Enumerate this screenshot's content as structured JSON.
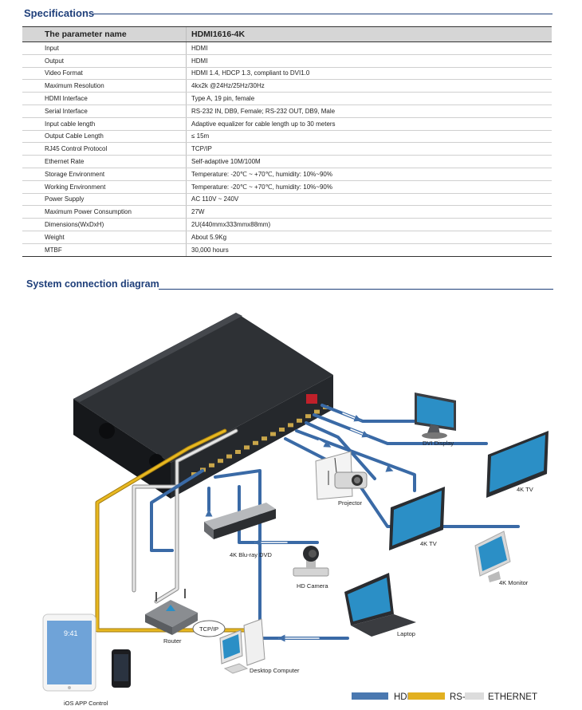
{
  "specifications": {
    "title": "Specifications",
    "header": {
      "param": "The parameter name",
      "value": "HDMI1616-4K"
    },
    "rows": [
      {
        "param": "Input",
        "value": "HDMI"
      },
      {
        "param": "Output",
        "value": "HDMI"
      },
      {
        "param": "Video Format",
        "value": "HDMI 1.4, HDCP 1.3, compliant to DVI1.0"
      },
      {
        "param": "Maximum Resolution",
        "value": "4kx2k @24Hz/25Hz/30Hz"
      },
      {
        "param": "HDMI Interface",
        "value": "Type A, 19 pin, female"
      },
      {
        "param": "Serial Interface",
        "value": "RS-232 IN, DB9, Female; RS-232 OUT, DB9, Male"
      },
      {
        "param": "Input cable length",
        "value": "Adaptive equalizer for cable length up to 30 meters"
      },
      {
        "param": "Output Cable Length",
        "value": "≤ 15m"
      },
      {
        "param": "RJ45 Control Protocol",
        "value": "TCP/IP"
      },
      {
        "param": "Ethernet Rate",
        "value": "Self-adaptive 10M/100M"
      },
      {
        "param": "Storage Environment",
        "value": "Temperature: -20℃ ~ +70℃, humidity: 10%~90%"
      },
      {
        "param": "Working Environment",
        "value": "Temperature: -20℃ ~ +70℃, humidity: 10%~90%"
      },
      {
        "param": "Power Supply",
        "value": "AC 110V ~ 240V"
      },
      {
        "param": "Maximum Power Consumption",
        "value": "27W"
      },
      {
        "param": "Dimensions(WxDxH)",
        "value": "2U(440mmx333mmx88mm)"
      },
      {
        "param": "Weight",
        "value": "About 5.9Kg"
      },
      {
        "param": "MTBF",
        "value": "30,000 hours"
      }
    ]
  },
  "diagram": {
    "title": "System connection diagram",
    "labels": {
      "dvi_display": "DVI Display",
      "tv_4k_right": "4K TV",
      "projector": "Projector",
      "tv_4k_center": "4K TV",
      "monitor_4k": "4K Monitor",
      "bluray": "4K Blu-ray DVD",
      "camera": "HD Camera",
      "laptop": "Laptop",
      "router": "Router",
      "tcpip": "TCP/IP",
      "desktop": "Desktop Computer",
      "ios": "iOS APP Control",
      "ipad_time": "9:41"
    },
    "legend": [
      {
        "label": "HDMI",
        "color": "#4a78b0"
      },
      {
        "label": "RS-232",
        "color": "#e2b020"
      },
      {
        "label": "ETHERNET",
        "color": "#dcdcdc"
      }
    ]
  }
}
